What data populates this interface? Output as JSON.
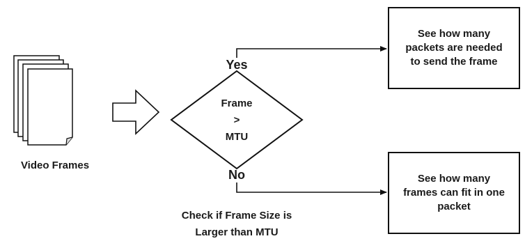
{
  "frames_label": "Video Frames",
  "decision": {
    "line1": "Frame",
    "line2": ">",
    "line3": "MTU"
  },
  "yes_label": "Yes",
  "no_label": "No",
  "caption": {
    "line1": "Check if Frame Size is",
    "line2": "Larger than MTU"
  },
  "box_top": {
    "line1": "See how many",
    "line2": "packets are needed",
    "line3": "to send the frame"
  },
  "box_bottom": {
    "line1": "See how many",
    "line2": "frames can fit in one",
    "line3": "packet"
  }
}
